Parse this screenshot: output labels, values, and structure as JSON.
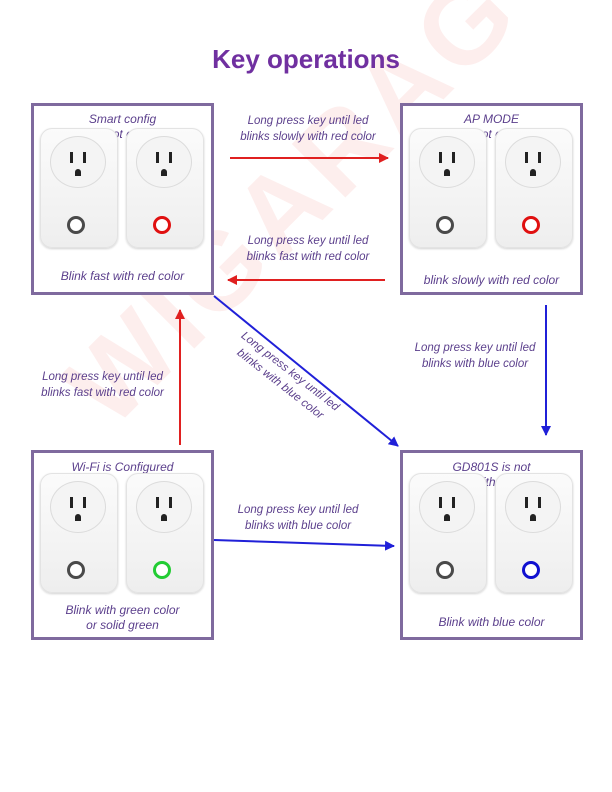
{
  "title": "Key operations",
  "watermark": "WIGARAG",
  "colors": {
    "title": "#7030a0",
    "caption": "#5b3f8c",
    "box_border": "#7f6a9e",
    "arrow_red": "#e02020",
    "arrow_blue": "#2020d8",
    "led_red": "#e01010",
    "led_green": "#22cc33",
    "led_blue": "#1010d0",
    "led_off": "#4a4a4a"
  },
  "boxes": {
    "smart_config": {
      "heading_line1": "Smart config",
      "heading_line2": "Wi-Fi is not configured",
      "footer_line1": "Blink fast with red color",
      "footer_line2": "",
      "right_led": "red"
    },
    "ap_mode": {
      "heading_line1": "AP MODE",
      "heading_line2": "Wi-Fi is not configured",
      "footer_line1": "blink slowly with red color",
      "footer_line2": "",
      "right_led": "red"
    },
    "configured": {
      "heading_line1": "Wi-Fi is Configured",
      "heading_line2": "",
      "footer_line1": "Blink with green color",
      "footer_line2": "or solid green",
      "right_led": "green"
    },
    "not_bound": {
      "heading_line1": "GD801S is not",
      "heading_line2": "bound with GD801C",
      "footer_line1": "Blink with blue color",
      "footer_line2": "",
      "right_led": "blue"
    }
  },
  "transitions": {
    "smart_to_ap": {
      "line1": "Long press key until led",
      "line2": "blinks slowly with red color"
    },
    "ap_to_smart": {
      "line1": "Long press key until led",
      "line2": "blinks fast with red color"
    },
    "ap_to_notbound": {
      "line1": "Long press key until led",
      "line2": "blinks with blue color"
    },
    "configured_to_smart": {
      "line1": "Long press key until led",
      "line2": "blinks fast with red color"
    },
    "smart_to_notbound": {
      "line1": "Long press key until led",
      "line2": "blinks with blue color"
    },
    "configured_to_notbound": {
      "line1": "Long press key until led",
      "line2": "blinks with blue color"
    }
  }
}
